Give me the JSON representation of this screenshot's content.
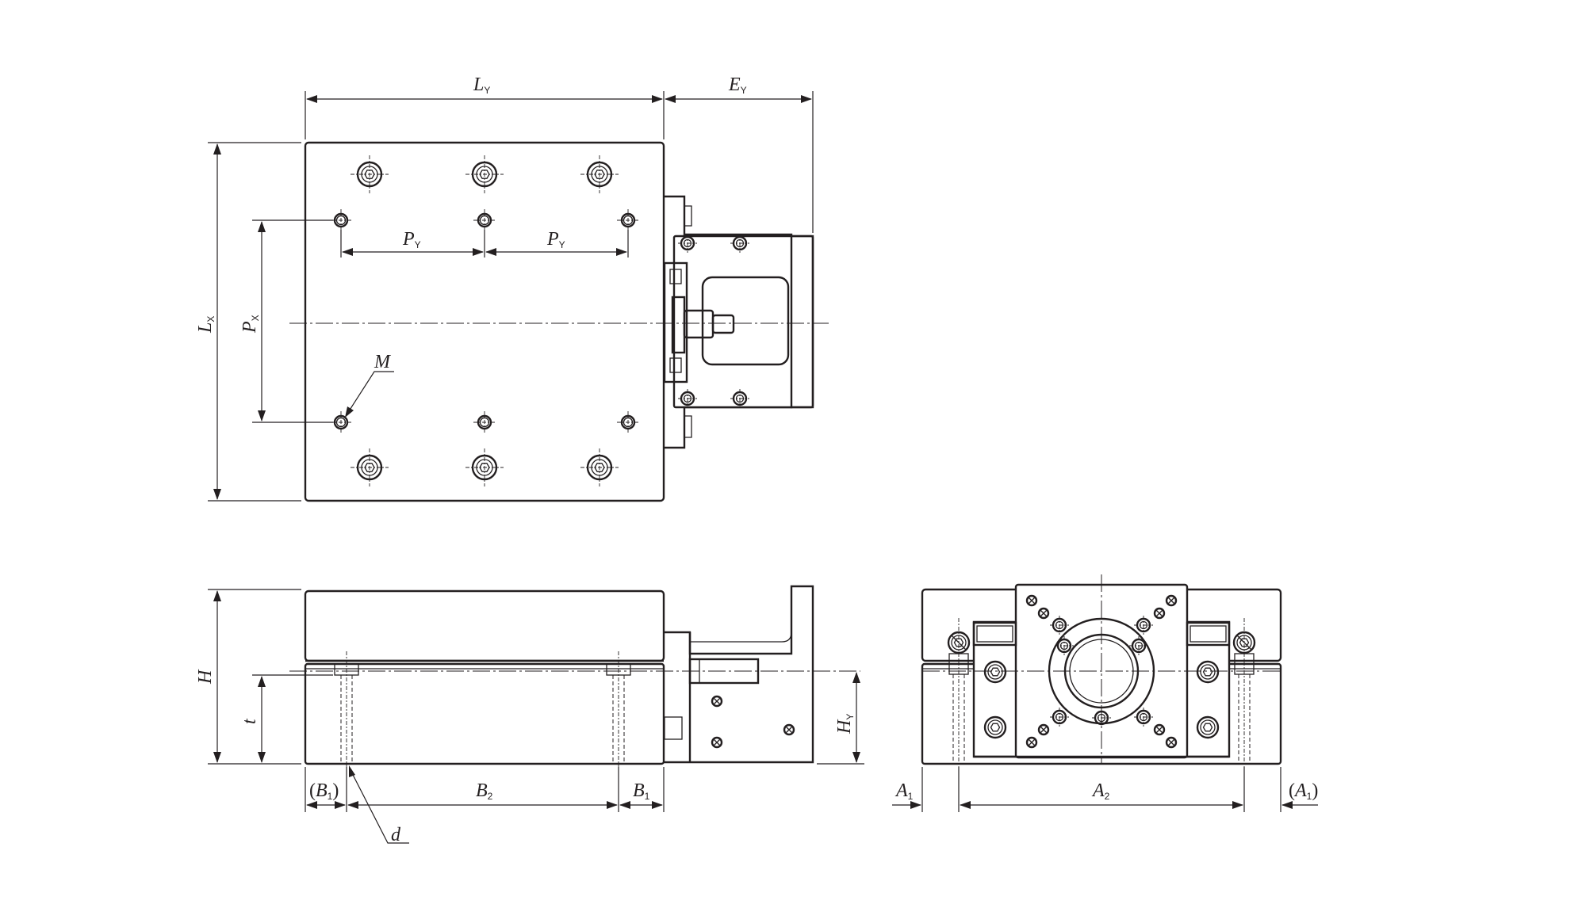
{
  "labels": {
    "LY": {
      "main": "L",
      "sub": "Y"
    },
    "EY": {
      "main": "E",
      "sub": "Y"
    },
    "LX": {
      "main": "L",
      "sub": "X"
    },
    "PX": {
      "main": "P",
      "sub": "X"
    },
    "PY1": {
      "main": "P",
      "sub": "Y"
    },
    "PY2": {
      "main": "P",
      "sub": "Y"
    },
    "M": {
      "main": "M"
    },
    "H": {
      "main": "H"
    },
    "t": {
      "main": "t"
    },
    "HY": {
      "main": "H",
      "sub": "Y"
    },
    "B1p": {
      "open": "(",
      "main": "B",
      "sub": "1",
      "close": ")"
    },
    "B2": {
      "main": "B",
      "sub": "2"
    },
    "B1": {
      "main": "B",
      "sub": "1"
    },
    "d": {
      "main": "d"
    },
    "A1": {
      "main": "A",
      "sub": "1"
    },
    "A2": {
      "main": "A",
      "sub": "2"
    },
    "A1p": {
      "open": "(",
      "main": "A",
      "sub": "1",
      "close": ")"
    }
  }
}
